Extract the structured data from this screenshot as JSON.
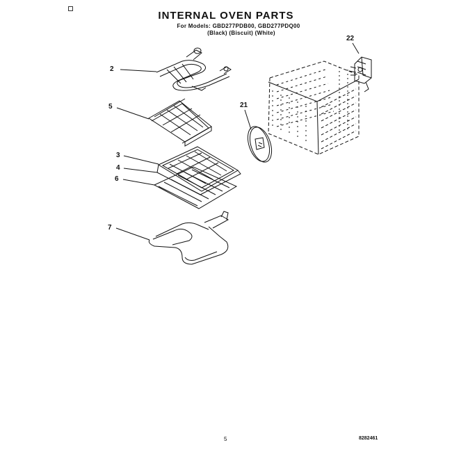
{
  "header": {
    "title": "INTERNAL OVEN PARTS",
    "subtitle_line1": "For Models: GBD277PDB00, GBD277PDQ00",
    "subtitle_line2": "(Black) (Biscuit) (White)"
  },
  "callouts": [
    {
      "id": "2",
      "label": "2"
    },
    {
      "id": "5",
      "label": "5"
    },
    {
      "id": "3",
      "label": "3"
    },
    {
      "id": "4",
      "label": "4"
    },
    {
      "id": "6",
      "label": "6"
    },
    {
      "id": "7",
      "label": "7"
    },
    {
      "id": "21",
      "label": "21"
    },
    {
      "id": "22",
      "label": "22"
    }
  ],
  "footer": {
    "page_number": "5",
    "doc_code": "8282461"
  }
}
